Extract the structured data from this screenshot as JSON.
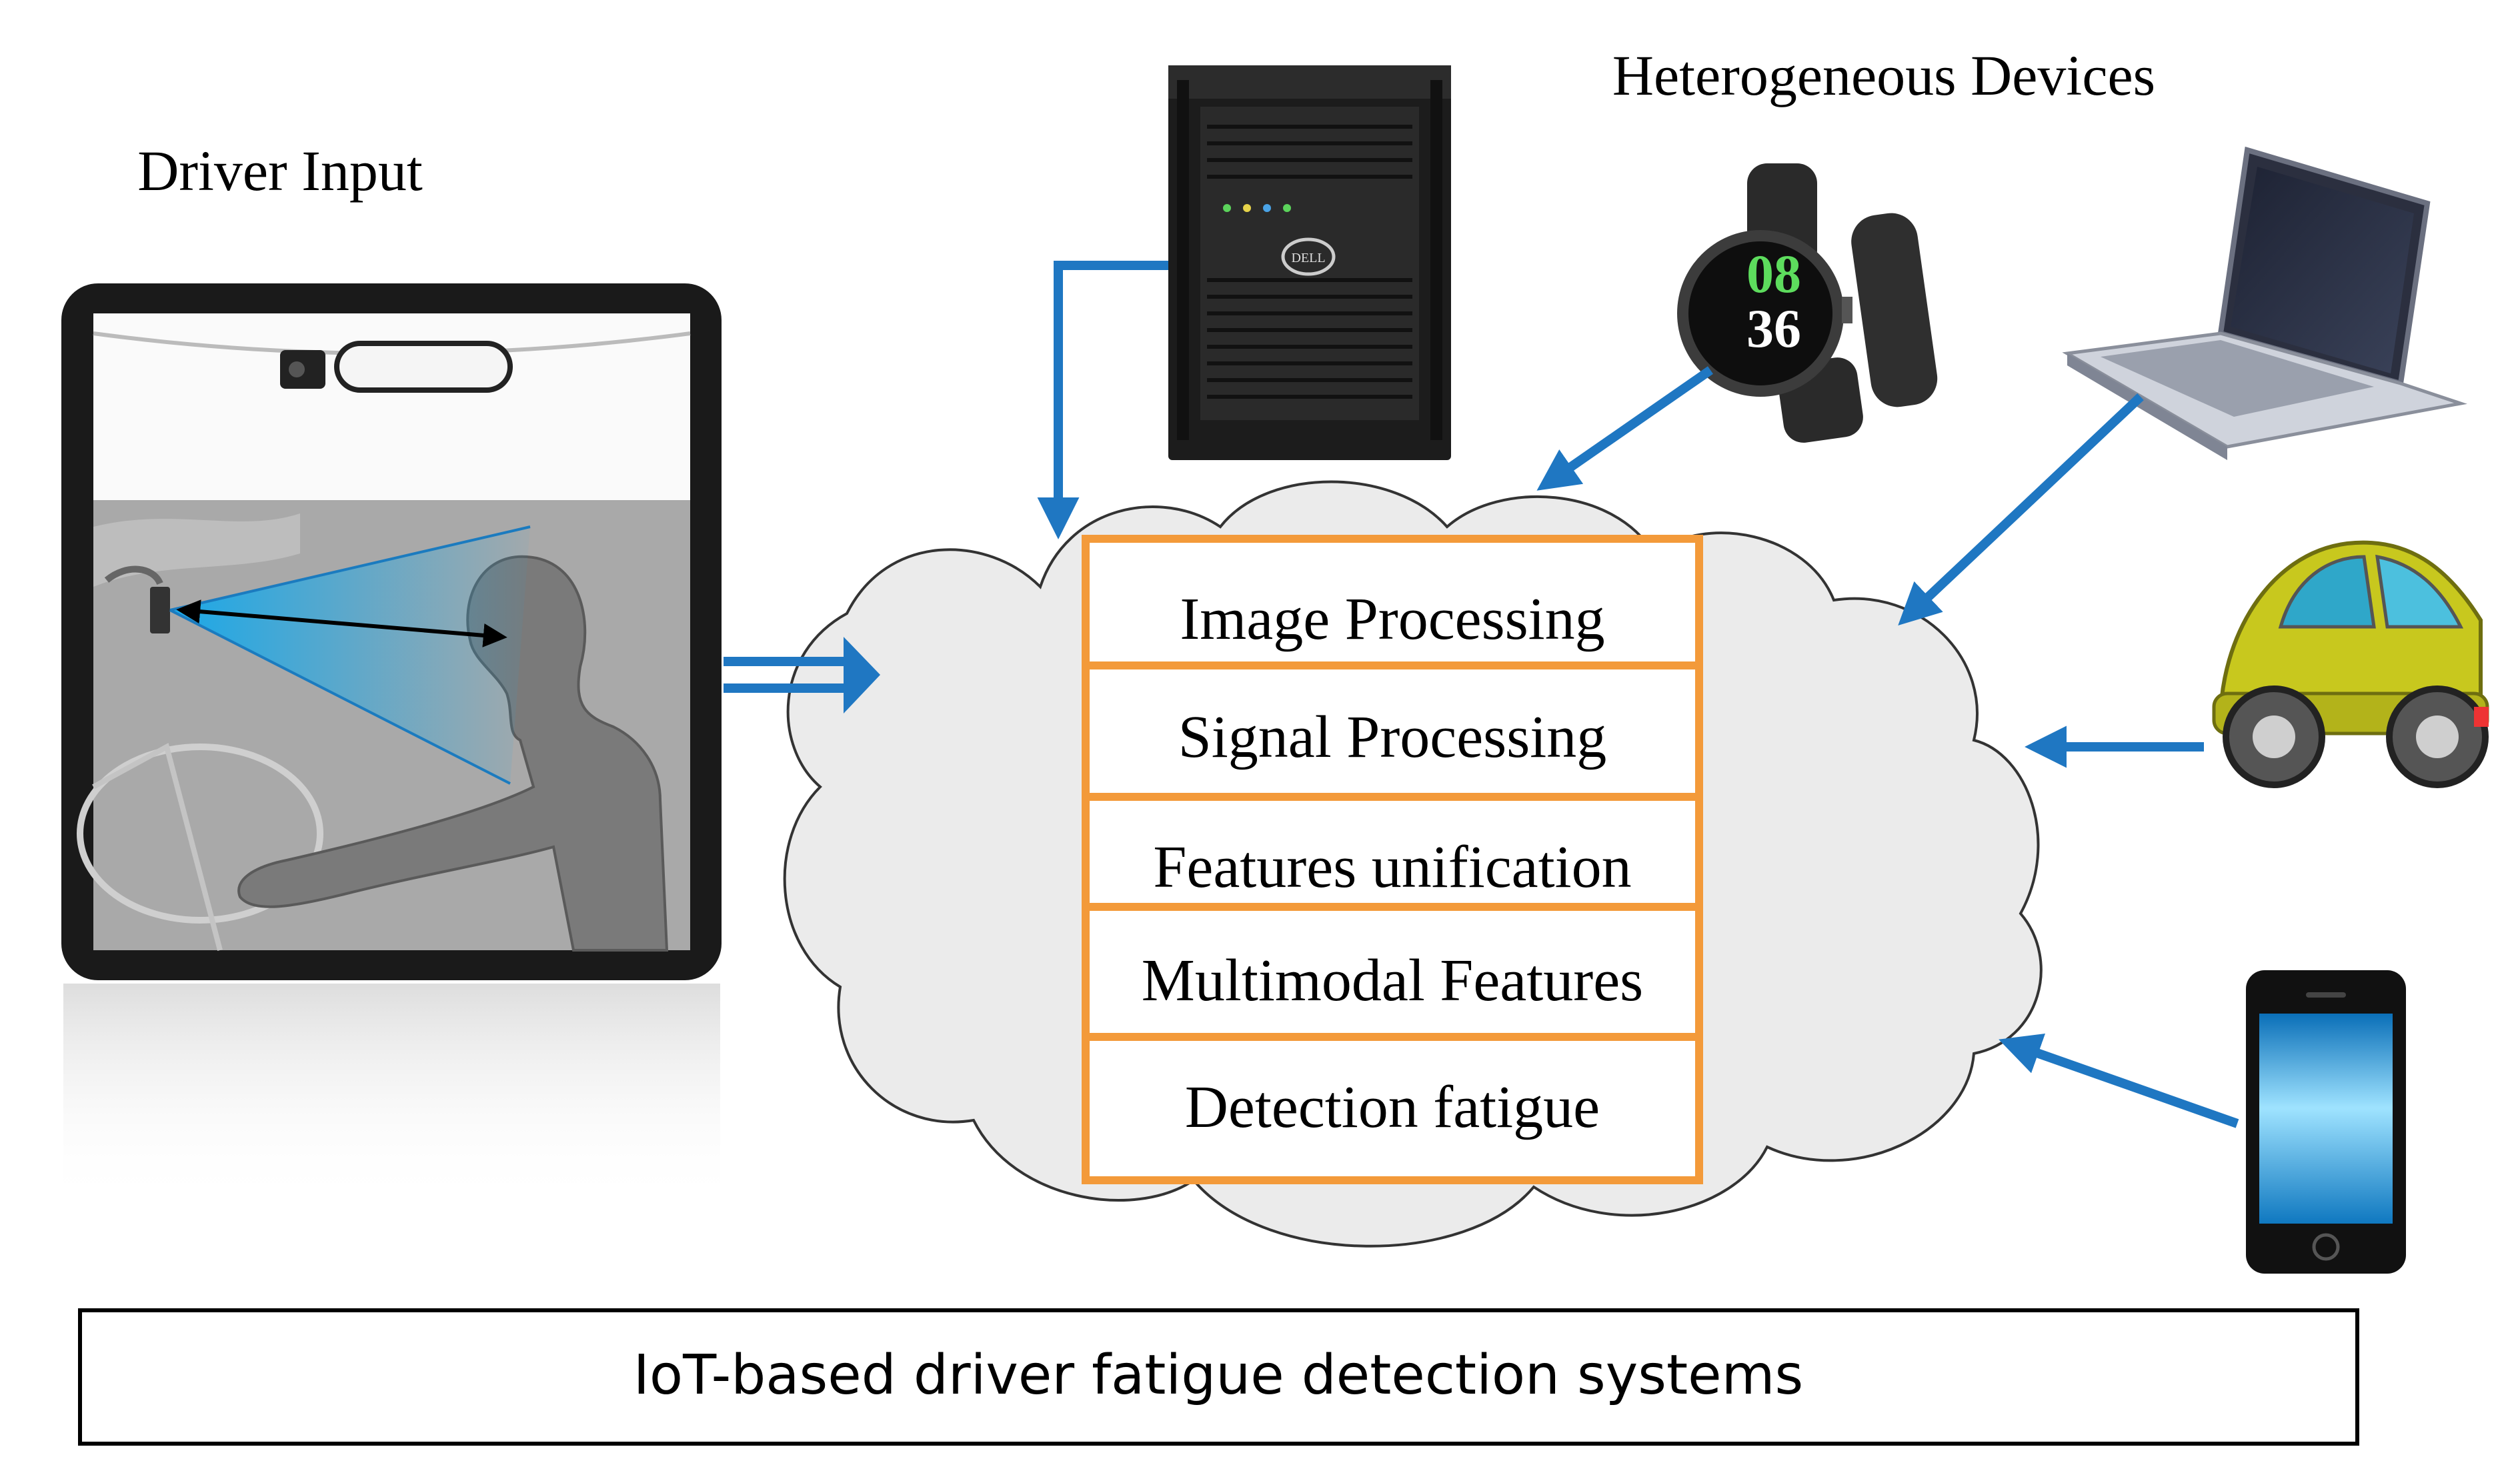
{
  "labels": {
    "driver_input": "Driver Input",
    "heterogeneous_devices": "Heterogeneous Devices",
    "caption": "IoT-based driver fatigue detection systems"
  },
  "processing_stack": [
    "Image Processing",
    "Signal Processing",
    "Features unification",
    "Multimodal Features",
    "Detection fatigue"
  ],
  "devices": {
    "server_brand": "DELL",
    "watch_hours": "08",
    "watch_minutes": "36"
  },
  "icons": [
    "car-interior-camera-illustration",
    "server-tower-icon",
    "smartwatch-icon",
    "laptop-icon",
    "car-icon",
    "smartphone-icon",
    "cloud-icon"
  ],
  "colors": {
    "arrow_blue": "#1f77c2",
    "stack_border": "#f39a3a",
    "cloud_fill": "#ebebeb",
    "car_yellow": "#c8c81e"
  }
}
